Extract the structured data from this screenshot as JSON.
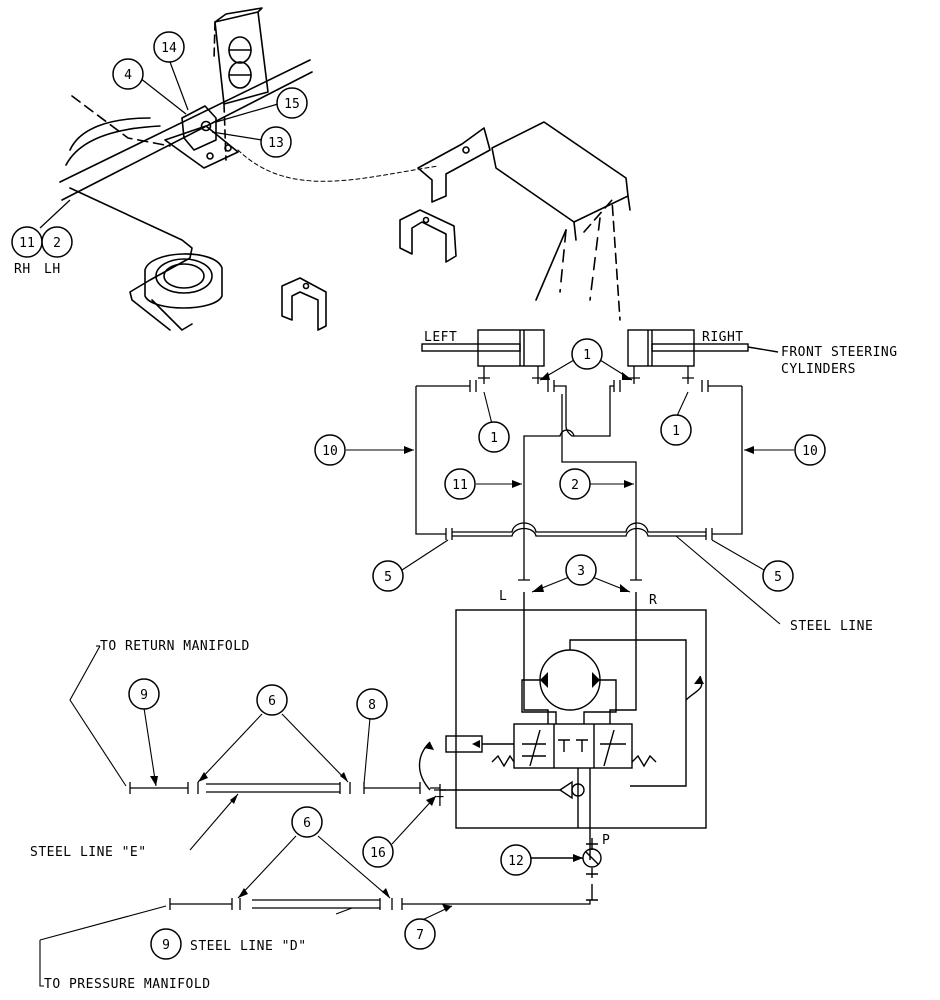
{
  "diagram": {
    "callouts": {
      "c14": "14",
      "c4": "4",
      "c15": "15",
      "c13": "13",
      "c11_rh": "11",
      "c2_lh": "2",
      "c1_top": "1",
      "c1_left": "1",
      "c1_right": "1",
      "c10_left": "10",
      "c10_right": "10",
      "c11_mid": "11",
      "c2_mid": "2",
      "c5_left": "5",
      "c5_right": "5",
      "c3": "3",
      "c9_top": "9",
      "c6_top": "6",
      "c8": "8",
      "c16": "16",
      "c6_bottom": "6",
      "c12": "12",
      "c9_bottom": "9",
      "c7": "7"
    },
    "labels": {
      "rh": "RH",
      "lh": "LH",
      "left_cyl": "LEFT",
      "right_cyl": "RIGHT",
      "front_steering_1": "FRONT STEERING",
      "front_steering_2": "CYLINDERS",
      "port_l": "L",
      "port_r": "R",
      "steel_line": "STEEL LINE",
      "to_return": "TO RETURN MANIFOLD",
      "steel_line_e": "STEEL LINE \"E\"",
      "port_t": "T",
      "port_p": "P",
      "steel_line_d": "STEEL LINE \"D\"",
      "to_pressure": "TO PRESSURE MANIFOLD"
    }
  }
}
